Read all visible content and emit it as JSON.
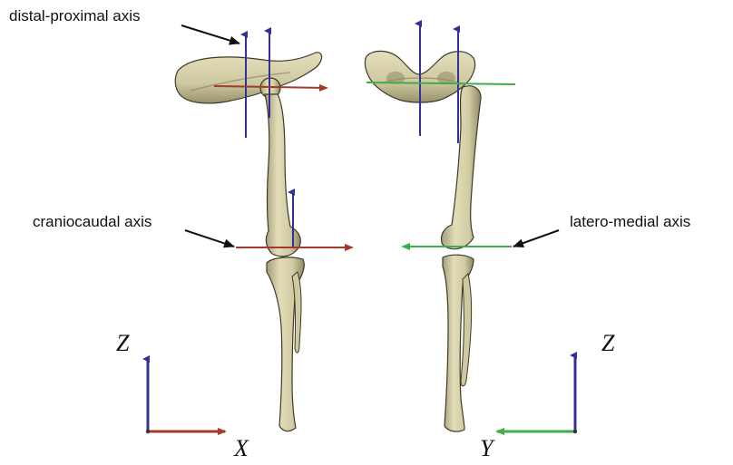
{
  "labels": {
    "distal_proximal": "distal-proximal axis",
    "craniocaudal": "craniocaudal axis",
    "latero_medial": "latero-medial axis"
  },
  "legend_left": {
    "z": "Z",
    "x": "X"
  },
  "legend_right": {
    "z": "Z",
    "y": "Y"
  },
  "colors": {
    "bone_fill": "#d8d2ac",
    "bone_shadow": "#8f8a66",
    "bone_outline": "#3d3a28",
    "axis_blue": "#34309a",
    "axis_red": "#a33a2a",
    "axis_green": "#3fae4a",
    "pointer_black": "#111111"
  }
}
